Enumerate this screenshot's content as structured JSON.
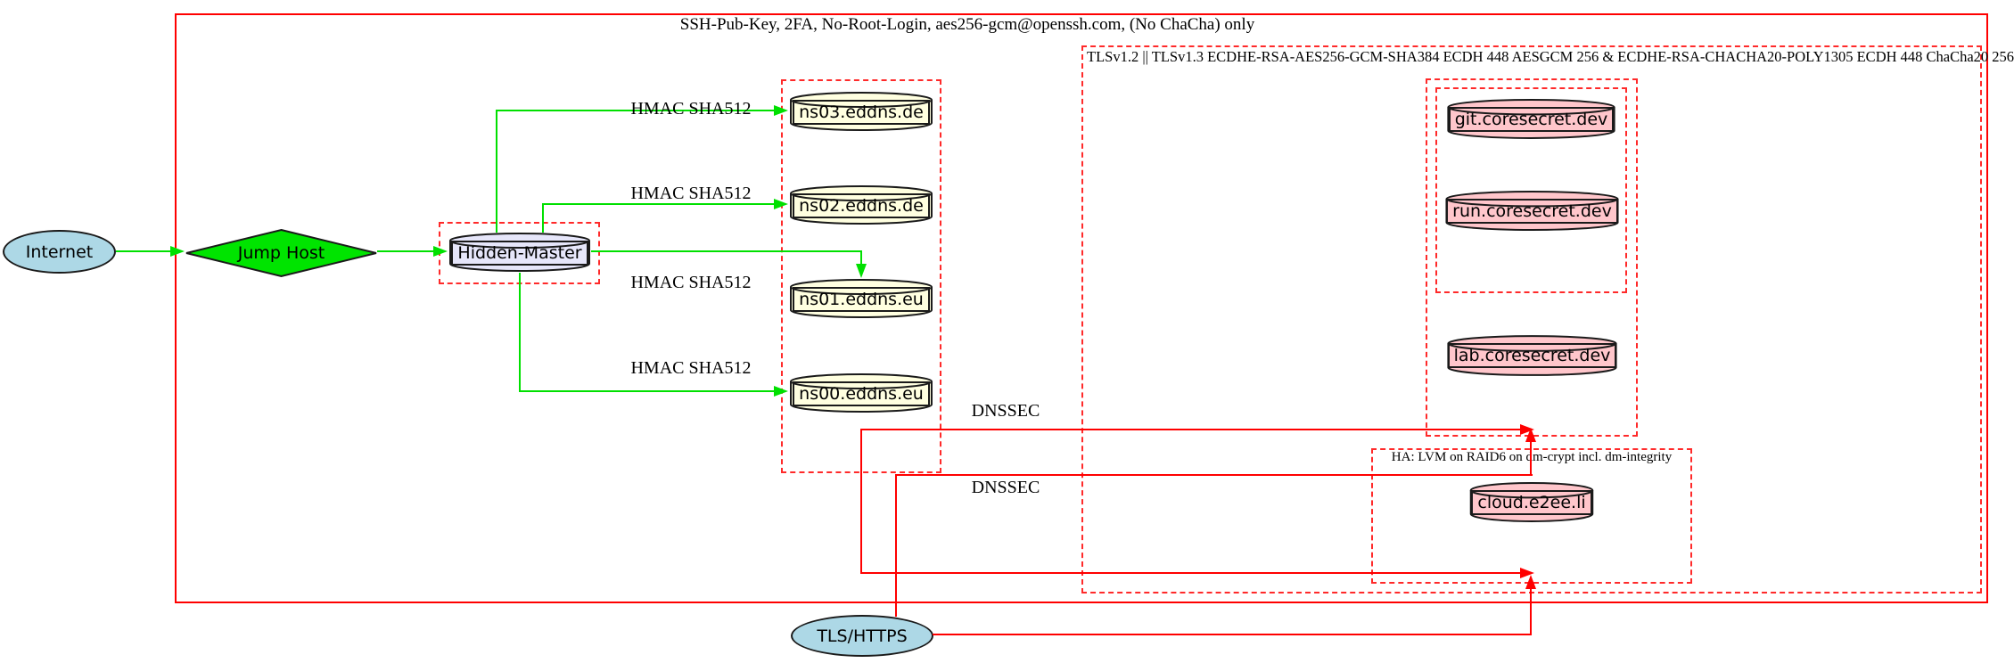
{
  "clusters": {
    "ssh": {
      "label": "SSH-Pub-Key, 2FA, No-Root-Login, aes256-gcm@openssh.com, (No ChaCha) only"
    },
    "tls": {
      "label": "TLSv1.2 || TLSv1.3 ECDHE-RSA-AES256-GCM-SHA384 ECDH 448 AESGCM 256 & ECDHE-RSA-CHACHA20-POLY1305 ECDH 448 ChaCha20 256"
    },
    "ha": {
      "label": "HA: LVM on RAID6 on dm-crypt incl. dm-integrity"
    }
  },
  "nodes": {
    "internet": {
      "label": "Internet",
      "shape": "ellipse",
      "fill": "#ADD8E6"
    },
    "jump_host": {
      "label": "Jump Host",
      "shape": "diamond",
      "fill": "#00E000"
    },
    "hidden_master": {
      "label": "Hidden-Master",
      "shape": "cylinder",
      "fill": "#E6E6FA"
    },
    "ns03": {
      "label": "ns03.eddns.de",
      "shape": "cylinder",
      "fill": "#FFFFE0"
    },
    "ns02": {
      "label": "ns02.eddns.de",
      "shape": "cylinder",
      "fill": "#FFFFE0"
    },
    "ns01": {
      "label": "ns01.eddns.eu",
      "shape": "cylinder",
      "fill": "#FFFFE0"
    },
    "ns00": {
      "label": "ns00.eddns.eu",
      "shape": "cylinder",
      "fill": "#FFFFE0"
    },
    "git": {
      "label": "git.coresecret.dev",
      "shape": "cylinder",
      "fill": "#FFC6CB"
    },
    "run": {
      "label": "run.coresecret.dev",
      "shape": "cylinder",
      "fill": "#FFC6CB"
    },
    "lab": {
      "label": "lab.coresecret.dev",
      "shape": "cylinder",
      "fill": "#FFC6CB"
    },
    "cloud": {
      "label": "cloud.e2ee.li",
      "shape": "cylinder",
      "fill": "#FFC6CB"
    },
    "tls_https": {
      "label": "TLS/HTTPS",
      "shape": "ellipse",
      "fill": "#ADD8E6"
    }
  },
  "edges": {
    "hmac_ns03": {
      "label": "HMAC SHA512"
    },
    "hmac_ns02": {
      "label": "HMAC SHA512"
    },
    "hmac_ns01": {
      "label": "HMAC SHA512"
    },
    "hmac_ns00": {
      "label": "HMAC SHA512"
    },
    "dnssec_top": {
      "label": "DNSSEC"
    },
    "dnssec_bottom": {
      "label": "DNSSEC"
    }
  },
  "colors": {
    "green": "#00E000",
    "green-fill": "#00E400",
    "red": "#FF0000",
    "red-dash": "#FF2A2A",
    "lightblue": "#ADD8E6",
    "lightyellow": "#FFFFE0",
    "pink": "#FFC6CB",
    "lavender": "#E6E6FA",
    "node-border": "#1A1A1A"
  }
}
